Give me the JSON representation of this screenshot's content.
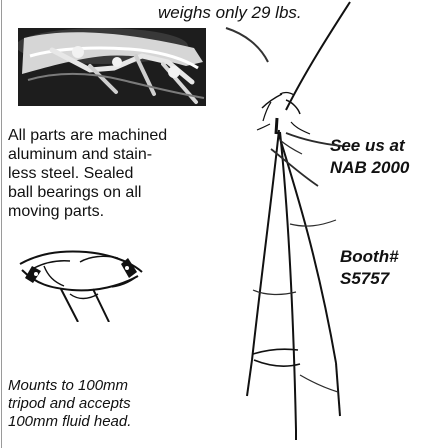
{
  "headline": {
    "text": "weighs only 29 lbs."
  },
  "body_copy": {
    "lines": [
      "All parts are machined",
      "aluminum and stain-",
      "less steel. Sealed",
      "ball bearings on all",
      "moving parts."
    ]
  },
  "callouts": {
    "nab": [
      "See us at",
      "NAB 2000"
    ],
    "booth": [
      "Booth#",
      "S5757"
    ]
  },
  "mount_copy": {
    "lines": [
      "Mounts to 100mm",
      "tripod and accepts",
      "100mm fluid head."
    ]
  },
  "colors": {
    "ink": "#111111",
    "rule": "#9a9a9a",
    "photo_dark": "#1d1d1d"
  }
}
